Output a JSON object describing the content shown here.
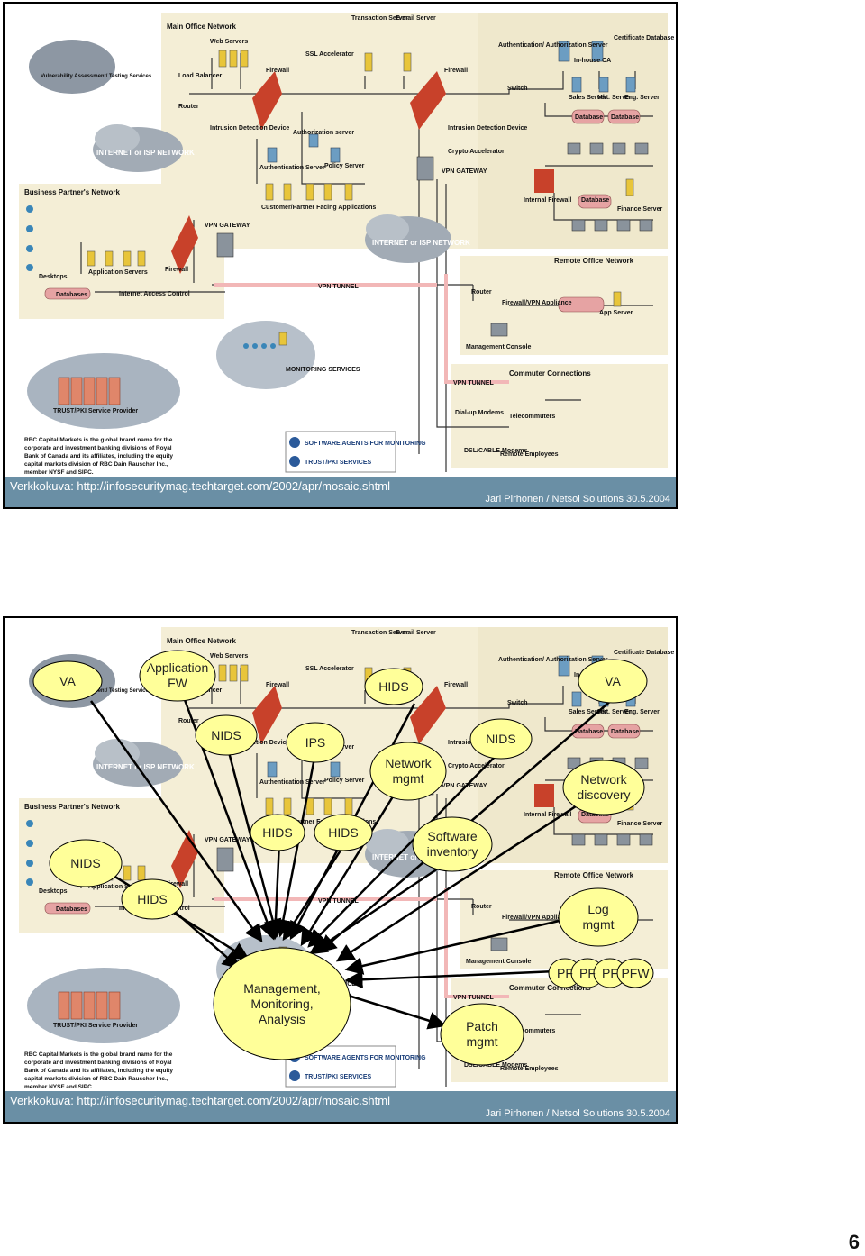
{
  "network": {
    "main_office": "Main Office Network",
    "web_servers": "Web Servers",
    "load_balancer": "Load Balancer",
    "router": "Router",
    "ids_device": "Intrusion Detection Device",
    "firewall": "Firewall",
    "ssl": "SSL Accelerator",
    "auth_server": "Authorization server",
    "transaction": "Transaction Server",
    "email": "E-mail Server",
    "authn_authz": "Authentication/ Authorization Server",
    "cert_db": "Certificate Database",
    "inhouse_ca": "In-house CA",
    "switch": "Switch",
    "sales": "Sales Server",
    "mkt": "Mkt. Server",
    "eng": "Eng. Server",
    "database": "Database",
    "crypto": "Crypto Accelerator",
    "vpn_gateway": "VPN GATEWAY",
    "authentication_server": "Authentication Server",
    "policy_server": "Policy Server",
    "customer_apps": "Customer/Partner Facing Applications",
    "internal_fw": "Internal Firewall",
    "finance": "Finance Server",
    "internet1": "INTERNET or ISP NETWORK",
    "internet2": "INTERNET or ISP NETWORK",
    "va_service": "Vulnerability Assessment/ Testing Services",
    "bpn": "Business Partner's Network",
    "desktops": "Desktops",
    "app_servers": "Application Servers",
    "databases": "Databases",
    "iac": "Internet Access Control",
    "vpn_tunnel": "VPN TUNNEL",
    "remote_office": "Remote Office Network",
    "fw_vpn": "Firewall/VPN Appliance",
    "app_server": "App Server",
    "mgmt_console": "Management Console",
    "monitoring": "MONITORING SERVICES",
    "trust_pki": "TRUST/PKI Service Provider",
    "commuter": "Commuter Connections",
    "dialup": "Dial-up Modems",
    "telecommuters": "Telecommuters",
    "dsl": "DSL/CABLE Modems",
    "remote_emp": "Remote Employees",
    "rbc_note": [
      "RBC Capital Markets is the global brand name for the",
      "corporate and investment banking divisions of Royal",
      "Bank of Canada and its affiliates, including the equity",
      "capital markets division of RBC Dain Rauscher Inc.,",
      "member NYSF and SIPC."
    ],
    "legend_a": "SOFTWARE AGENTS FOR MONITORING",
    "legend_t": "TRUST/PKI SERVICES"
  },
  "footer": {
    "url": "Verkkokuva: http://infosecuritymag.techtarget.com/2002/apr/mosaic.shtml",
    "author": "Jari Pirhonen / Netsol Solutions 30.5.2004"
  },
  "overlay": {
    "va_left": "VA",
    "app_fw": [
      "Application",
      "FW"
    ],
    "hids_top": "HIDS",
    "va_right": "VA",
    "nids_1": "NIDS",
    "ips": "IPS",
    "network_mgmt": [
      "Network",
      "mgmt"
    ],
    "nids_2": "NIDS",
    "network_discovery": [
      "Network",
      "discovery"
    ],
    "hids_2": "HIDS",
    "hids_3": "HIDS",
    "software_inventory": [
      "Software",
      "inventory"
    ],
    "nids_left": "NIDS",
    "hids_left": "HIDS",
    "log_mgmt": [
      "Log",
      "mgmt"
    ],
    "pfw": [
      "PF",
      "PF",
      "PF",
      "PFW"
    ],
    "mgmt_center": [
      "Management,",
      "Monitoring,",
      "Analysis"
    ],
    "patch_mgmt": [
      "Patch",
      "mgmt"
    ]
  },
  "page_number": "6",
  "colors": {
    "footer": "#6a8fa5",
    "ellipse": "#ffff99",
    "network_bg": "#f5efd8",
    "firewall": "#c8412a",
    "cloud": "#9aa3ad"
  }
}
